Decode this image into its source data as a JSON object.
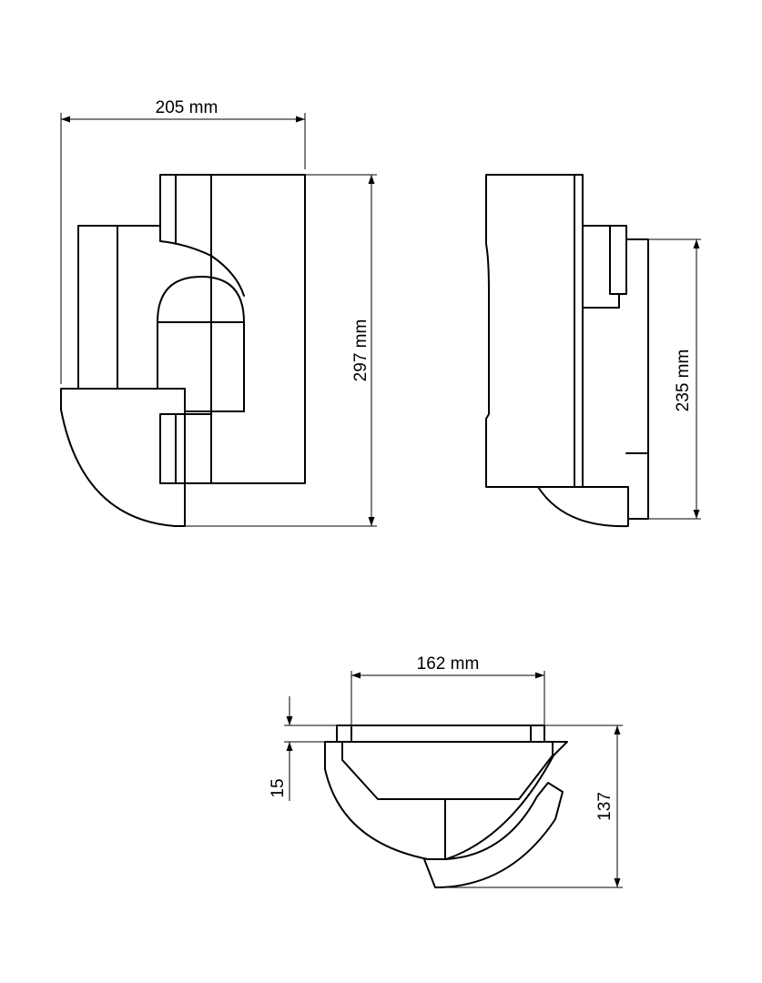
{
  "views": {
    "front": {
      "width_label": "205 mm",
      "height_label": "297 mm"
    },
    "side": {
      "height_label": "235 mm"
    },
    "top": {
      "width_label": "162 mm",
      "depth_label": "137",
      "step_label": "15"
    }
  },
  "colors": {
    "line": "#000000",
    "background": "#ffffff"
  }
}
